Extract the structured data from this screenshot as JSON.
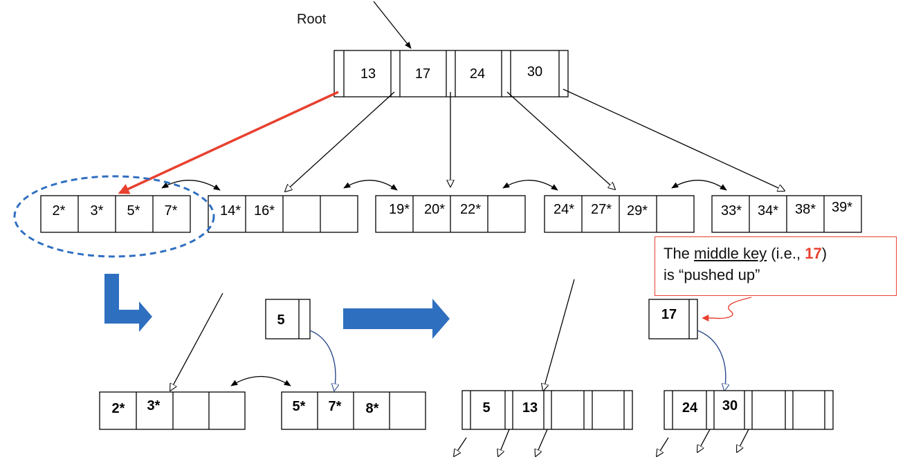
{
  "root_label": "Root",
  "root_node": [
    "13",
    "17",
    "24",
    "30"
  ],
  "leaf_nodes": [
    [
      "2*",
      "3*",
      "5*",
      "7*"
    ],
    [
      "14*",
      "16*",
      "",
      ""
    ],
    [
      "19*",
      "20*",
      "22*",
      ""
    ],
    [
      "24*",
      "27*",
      "29*",
      ""
    ],
    [
      "33*",
      "34*",
      "38*",
      "39*"
    ]
  ],
  "split": {
    "left_leaf": [
      "2*",
      "3*",
      "",
      ""
    ],
    "right_leaf": [
      "5*",
      "7*",
      "8*",
      ""
    ],
    "pushed_key": "5"
  },
  "result": {
    "left_node": [
      "5",
      "13",
      "",
      ""
    ],
    "right_node": [
      "24",
      "30",
      "",
      ""
    ],
    "pushed_key": "17"
  },
  "callout": {
    "text_before": "The ",
    "underlined": "middle key",
    "text_mid": " (i.e., ",
    "highlight": "17",
    "text_after": ")",
    "line2": "is “pushed up”"
  },
  "colors": {
    "red": "#e8402f",
    "blue_dashed": "#2f6fc0",
    "big_arrow": "#2f6fc0",
    "navy_arrow": "#2b4a8a"
  }
}
